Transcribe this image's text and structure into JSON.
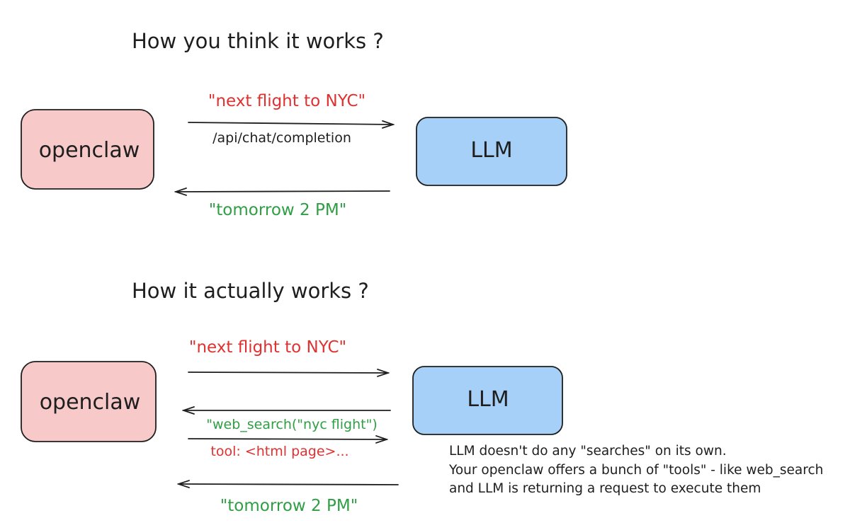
{
  "colors": {
    "openclaw_fill": "#f7c9c9",
    "llm_fill": "#a6d0f7",
    "stroke": "#1e1e1e",
    "request_text": "#e03131",
    "response_text": "#2f9e44"
  },
  "top": {
    "heading": "How you think it works ?",
    "client_label": "openclaw",
    "server_label": "LLM",
    "request_text": "\"next flight to NYC\"",
    "endpoint_text": "/api/chat/completion",
    "response_text": "\"tomorrow 2 PM\""
  },
  "bottom": {
    "heading": "How it actually works ?",
    "client_label": "openclaw",
    "server_label": "LLM",
    "request_text": "\"next flight to NYC\"",
    "tool_call_text": "\"web_search(\"nyc flight\")",
    "tool_result_text": "tool: <html page>...",
    "response_text": "\"tomorrow 2 PM\"",
    "note_lines": [
      "LLM doesn't do any \"searches\" on its own.",
      "Your openclaw offers a bunch of \"tools\" - like web_search",
      "and LLM is returning a request to execute them"
    ]
  }
}
